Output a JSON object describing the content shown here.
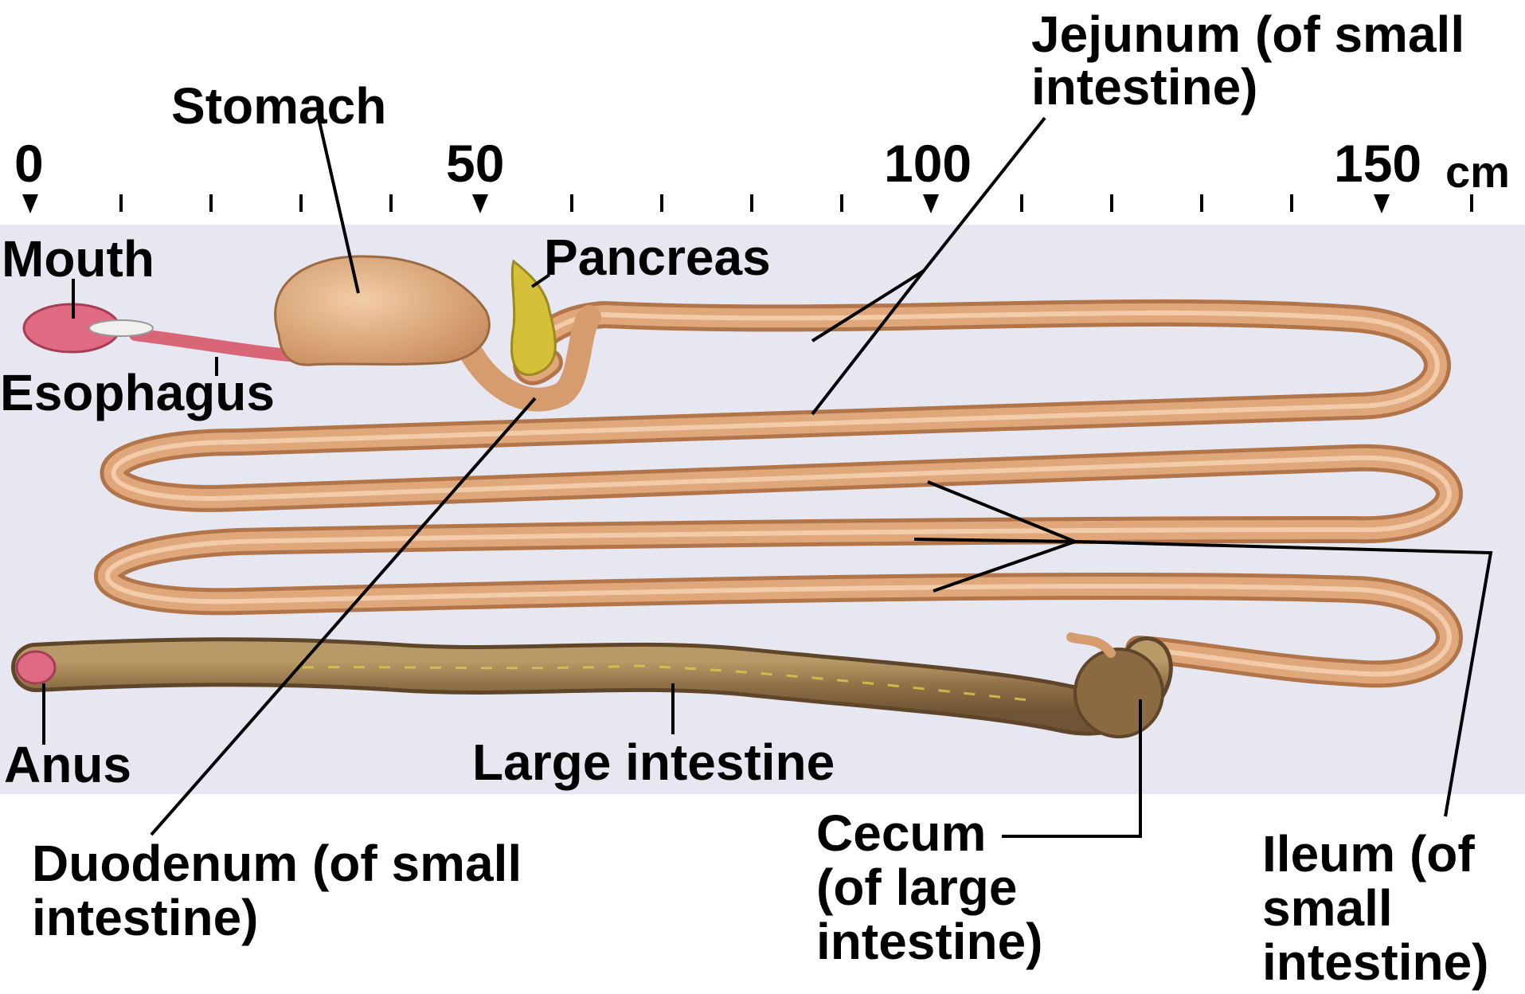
{
  "scale": {
    "ticks": [
      "0",
      "50",
      "100",
      "150"
    ],
    "unit": "cm"
  },
  "labels": {
    "mouth": "Mouth",
    "esophagus": "Esophagus",
    "stomach": "Stomach",
    "pancreas": "Pancreas",
    "jejunum": [
      "Jejunum (of small",
      "intestine)"
    ],
    "duodenum": [
      "Duodenum (of small",
      "intestine)"
    ],
    "anus": "Anus",
    "large_intestine": "Large intestine",
    "cecum": [
      "Cecum",
      "(of large",
      "intestine)"
    ],
    "ileum": [
      "Ileum (of",
      "small",
      "intestine)"
    ]
  },
  "colors": {
    "panel": "#e6e7f1",
    "small_intestine": "#e0a77b",
    "large_intestine": "#9a7c52",
    "stomach": "#dca57a",
    "mouth": "#e06a82",
    "pancreas": "#d6c03a",
    "leader_line": "#000000"
  }
}
